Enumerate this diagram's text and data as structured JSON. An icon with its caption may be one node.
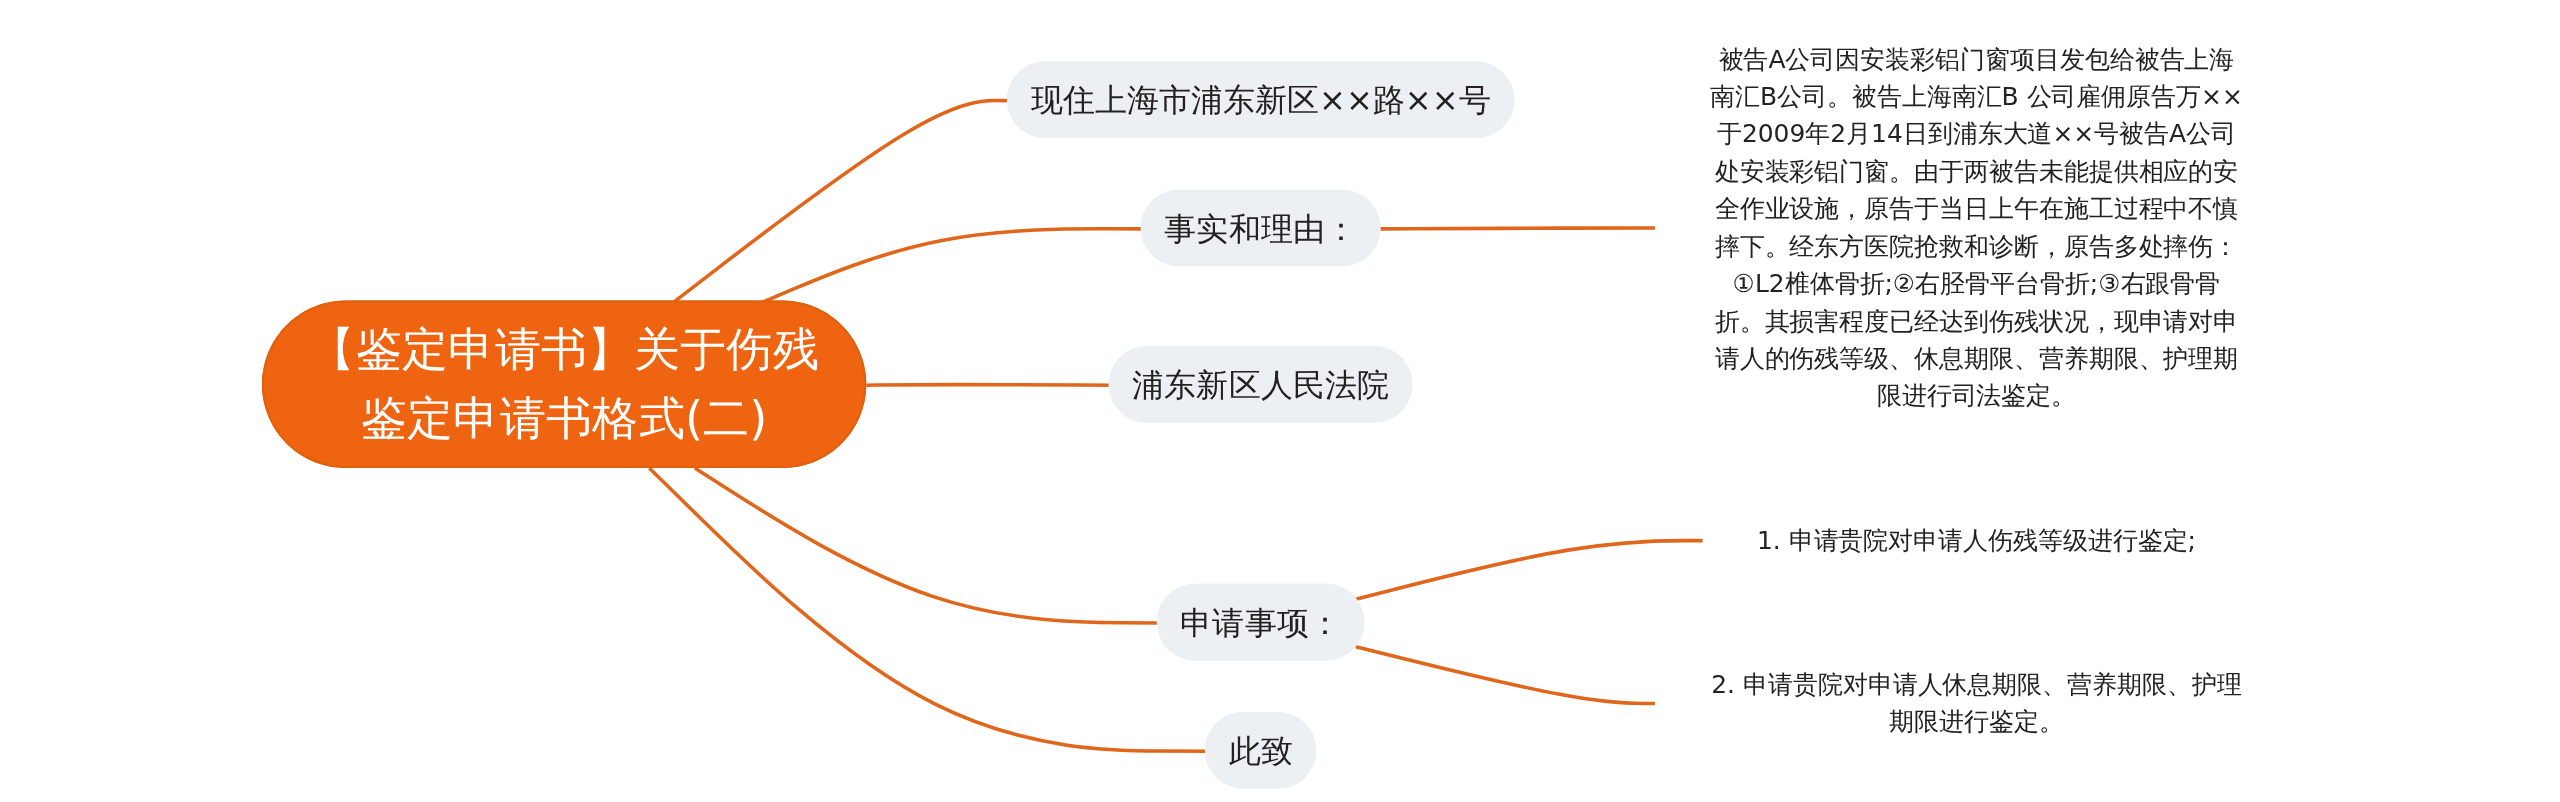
{
  "diagram": {
    "nodes": [
      {
        "text": [
          "【鉴定申请书】关于伤残鉴定申请书格式(二)"
        ]
      },
      {
        "text": [
          "现住上海市浦东新区××路××号"
        ]
      },
      {
        "text": [
          "事实和理由："
        ]
      },
      {
        "text": [
          "被告A公司因安装彩铝门窗项目发包给被告上海南汇B公司。被告上海南汇B 公司雇佣原告万××于2009年2月14日到浦东大道××号被告A公司处安装彩铝门窗。由于两被告未能提供相应的安全作业设施，原告于当日上午在施工过程中不慎摔下。经东方医院抢救和诊断，原告多处摔伤：①L2椎体骨折;②右胫骨平台骨折;③右跟骨骨折。其损害程度已经达到伤残状况，现申请对申请人的伤残等级、休息期限、营养期限、护理期限进行司法鉴定。"
        ]
      },
      {
        "text": [
          "浦东新区人民法院"
        ]
      },
      {
        "text": [
          "申请事项："
        ]
      },
      {
        "text": [
          "1. 申请贵院对申请人伤残等级进行鉴定;"
        ]
      },
      {
        "text": [
          "2. 申请贵院对申请人休息期限、营养期限、护理期限进行鉴定。"
        ]
      },
      {
        "text": [
          "此致"
        ]
      }
    ],
    "edges": [
      {
        "from": 0,
        "to": 1,
        "arrow": "none"
      },
      {
        "from": 0,
        "to": 2,
        "arrow": "none"
      },
      {
        "from": 2,
        "to": 3,
        "arrow": "none"
      },
      {
        "from": 0,
        "to": 4,
        "arrow": "none"
      },
      {
        "from": 0,
        "to": 5,
        "arrow": "none"
      },
      {
        "from": 5,
        "to": 6,
        "arrow": "none"
      },
      {
        "from": 5,
        "to": 7,
        "arrow": "none"
      },
      {
        "from": 0,
        "to": 8,
        "arrow": "none"
      }
    ]
  }
}
